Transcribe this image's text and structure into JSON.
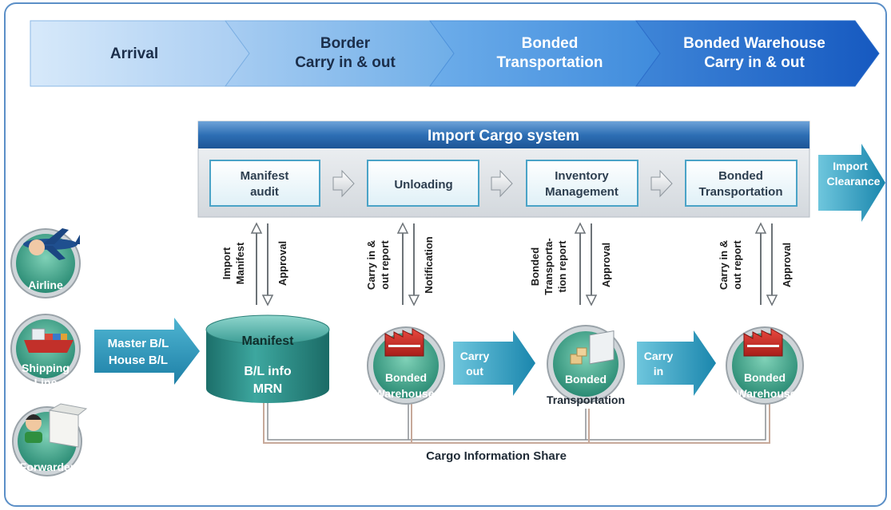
{
  "phases": [
    {
      "line1": "Arrival",
      "line2": ""
    },
    {
      "line1": "Border",
      "line2": "Carry in & out"
    },
    {
      "line1": "Bonded",
      "line2": "Transportation"
    },
    {
      "line1": "Bonded Warehouse",
      "line2": "Carry in & out"
    }
  ],
  "system": {
    "title": "Import Cargo system",
    "steps": [
      {
        "line1": "Manifest",
        "line2": "audit"
      },
      {
        "line1": "Unloading",
        "line2": ""
      },
      {
        "line1": "Inventory",
        "line2": "Management"
      },
      {
        "line1": "Bonded",
        "line2": "Transportation"
      }
    ],
    "exit": {
      "line1": "Import",
      "line2": "Clearance"
    }
  },
  "exchanges": [
    {
      "up_line1": "Import",
      "up_line2": "Manifest",
      "down_line1": "Approval",
      "down_line2": ""
    },
    {
      "up_line1": "Carry in &",
      "up_line2": "out report",
      "down_line1": "Notification",
      "down_line2": ""
    },
    {
      "up_line1": "Bonded",
      "up_line2": "Transporta-",
      "up_line3": "tion report",
      "down_line1": "Approval",
      "down_line2": ""
    },
    {
      "up_line1": "Carry in &",
      "up_line2": "out report",
      "down_line1": "Approval",
      "down_line2": ""
    }
  ],
  "actors": [
    {
      "label": "Airline"
    },
    {
      "label_line1": "Shipping",
      "label_line2": "Line"
    },
    {
      "label": "Forwarder"
    }
  ],
  "bl_arrow": {
    "line1": "Master B/L",
    "line2": "House B/L"
  },
  "manifest_db": {
    "title": "Manifest",
    "line1": "B/L info",
    "line2": "MRN"
  },
  "nodes": [
    {
      "line1": "Bonded",
      "line2": "Warehouse"
    },
    {
      "line1": "Bonded",
      "line2": "Transportation"
    },
    {
      "line1": "Bonded",
      "line2": "Warehouse"
    }
  ],
  "flow_arrows": [
    {
      "line1": "Carry",
      "line2": "out"
    },
    {
      "line1": "Carry",
      "line2": "in"
    }
  ],
  "share_label": "Cargo Information Share",
  "colors": {
    "phase_dark": "#1f6fd0",
    "phase_light": "#bcd9f5",
    "system_bar": "#2b6fb6",
    "step_border": "#4aa3c7",
    "circle_green": "#3fa08a",
    "circle_ring": "#b9c2c7",
    "teal_arrow": "#1f8fb0",
    "db_teal": "#2e8f8a",
    "outline_blue": "#5b8fc7"
  }
}
